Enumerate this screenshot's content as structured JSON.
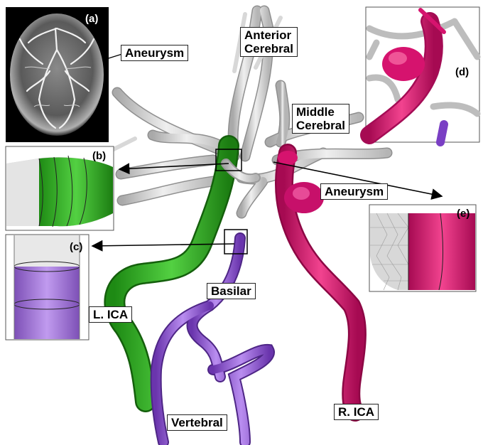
{
  "labels": {
    "anterior_cerebral_line1": "Anterior",
    "anterior_cerebral_line2": "Cerebral",
    "middle_cerebral_line1": "Middle",
    "middle_cerebral_line2": "Cerebral",
    "aneurysm_inset": "Aneurysm",
    "aneurysm_main": "Aneurysm",
    "basilar": "Basilar",
    "left_ica": "L. ICA",
    "right_ica": "R. ICA",
    "vertebral": "Vertebral"
  },
  "panels": {
    "a": "(a)",
    "b": "(b)",
    "c": "(c)",
    "d": "(d)",
    "e": "(e)"
  },
  "colors": {
    "vessel_gray": "#d9d9d9",
    "left_ica_green": "#2fae22",
    "basilar_purple": "#8a4fd0",
    "right_ica_magenta": "#d6136e",
    "scan_background": "#111111"
  }
}
